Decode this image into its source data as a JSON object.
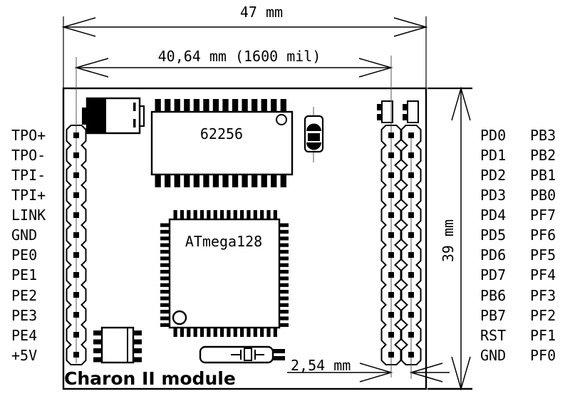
{
  "title": "Charon II module",
  "dimensions": {
    "width_total": "47 mm",
    "width_pins": "40,64 mm (1600 mil)",
    "height": "39 mm",
    "pitch": "2,54 mm"
  },
  "components": {
    "sram": "62256",
    "mcu": "ATmega128"
  },
  "pins": {
    "left": [
      "TPO+",
      "TPO-",
      "TPI-",
      "TPI+",
      "LINK",
      "GND",
      "PE0",
      "PE1",
      "PE2",
      "PE3",
      "PE4",
      "+5V"
    ],
    "right_inner": [
      "PD0",
      "PD1",
      "PD2",
      "PD3",
      "PD4",
      "PD5",
      "PD6",
      "PD7",
      "PB6",
      "PB7",
      "RST",
      "GND"
    ],
    "right_outer": [
      "PB3",
      "PB2",
      "PB1",
      "PB0",
      "PF7",
      "PF6",
      "PF5",
      "PF4",
      "PF3",
      "PF2",
      "PF1",
      "PF0"
    ]
  },
  "colors": {
    "line": "#000000",
    "background": "#ffffff",
    "thin_line": "#555555"
  }
}
